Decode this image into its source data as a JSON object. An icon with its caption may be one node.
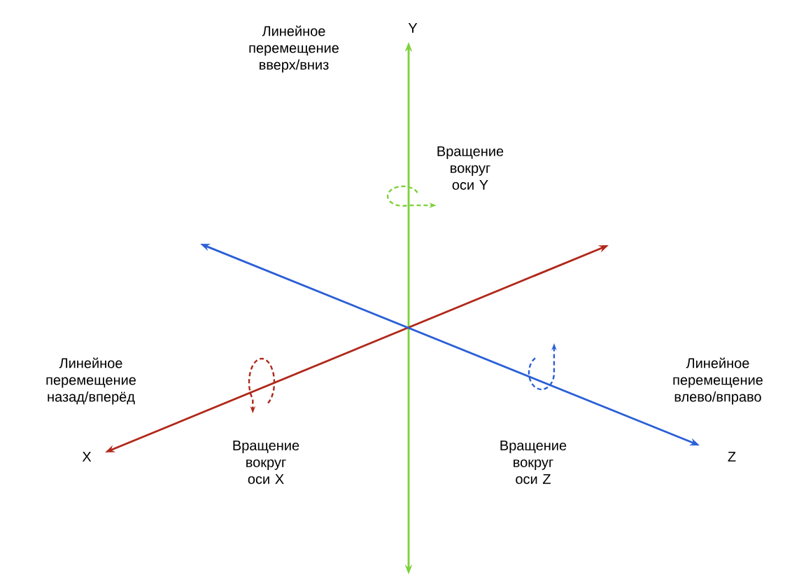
{
  "diagram": {
    "labels": [
      "Линейное перемещение вверх/вниз",
      "Y",
      "Вращение вокруг оси Y",
      "Линейное перемещение назад/вперёд",
      "Линейное перемещение влево/вправо",
      "Вращение вокруг оси X",
      "Вращение вокруг оси Z",
      "X",
      "Z"
    ]
  }
}
